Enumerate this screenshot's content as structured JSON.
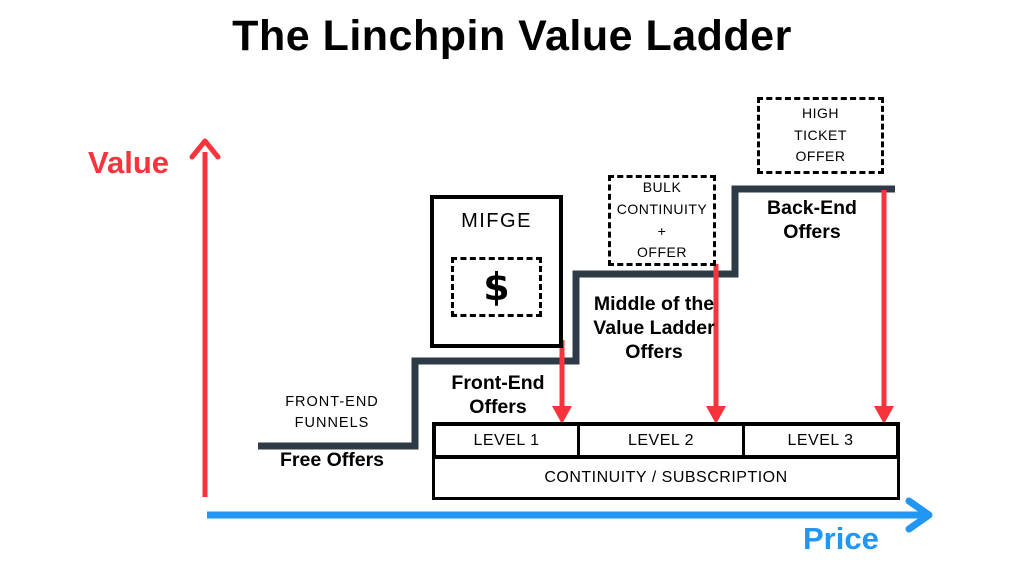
{
  "title": "The Linchpin Value Ladder",
  "axes": {
    "value": {
      "label": "Value"
    },
    "price": {
      "label": "Price"
    }
  },
  "colors": {
    "arrow_red": "#f8333c",
    "arrow_blue": "#2196f3",
    "step_line": "#2e3b47",
    "box_border": "#000000"
  },
  "boxes": {
    "mifge": {
      "title": "MIFGE",
      "symbol": "$"
    },
    "bulk_continuity": {
      "lines": [
        "BULK",
        "CONTINUITY",
        "+",
        "OFFER"
      ]
    },
    "high_ticket": {
      "lines": [
        "HIGH",
        "TICKET",
        "OFFER"
      ]
    }
  },
  "captions": {
    "front_end_funnels": {
      "lines": [
        "FRONT-END",
        "FUNNELS"
      ]
    },
    "free_offers": {
      "label": "Free Offers"
    },
    "front_end_offers": {
      "lines": [
        "Front-End",
        "Offers"
      ]
    },
    "middle_offers": {
      "lines": [
        "Middle of the",
        "Value Ladder",
        "Offers"
      ]
    },
    "back_end_offers": {
      "lines": [
        "Back-End",
        "Offers"
      ]
    }
  },
  "table": {
    "levels": [
      "LEVEL 1",
      "LEVEL 2",
      "LEVEL 3"
    ],
    "subscription": "CONTINUITY / SUBSCRIPTION"
  }
}
